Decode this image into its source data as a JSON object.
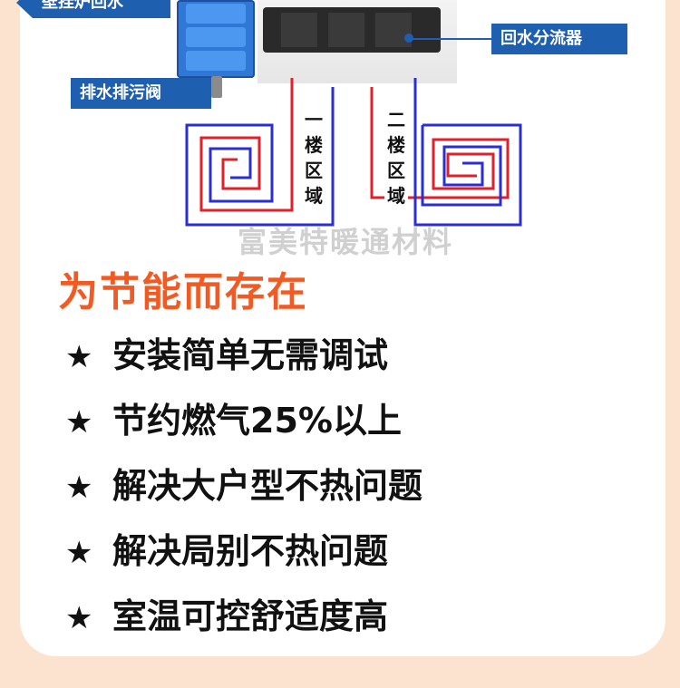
{
  "labels": {
    "return_to_boiler": "壁挂炉回水",
    "drain_valve": "排水排污阀",
    "return_splitter": "回水分流器",
    "zone_floor1": "一楼区域",
    "zone_floor2": "二楼区域"
  },
  "watermark": "富美特暖通材料",
  "headline": "为节能而存在",
  "features": [
    {
      "icon": "star-icon",
      "star": "★",
      "text": "安装简单无需调试"
    },
    {
      "icon": "star-icon",
      "star": "★",
      "text": "节约燃气25%以上"
    },
    {
      "icon": "star-icon",
      "star": "★",
      "text": "解决大户型不热问题"
    },
    {
      "icon": "star-icon",
      "star": "★",
      "text": "解决局别不热问题"
    },
    {
      "icon": "star-icon",
      "star": "★",
      "text": "室温可控舒适度高"
    }
  ],
  "colors": {
    "background": "#fbe3cf",
    "headline": "#f15a22",
    "label_box": "#1f5fb0",
    "pipe_red": "#e0202a",
    "pipe_blue": "#2a2fcf"
  }
}
